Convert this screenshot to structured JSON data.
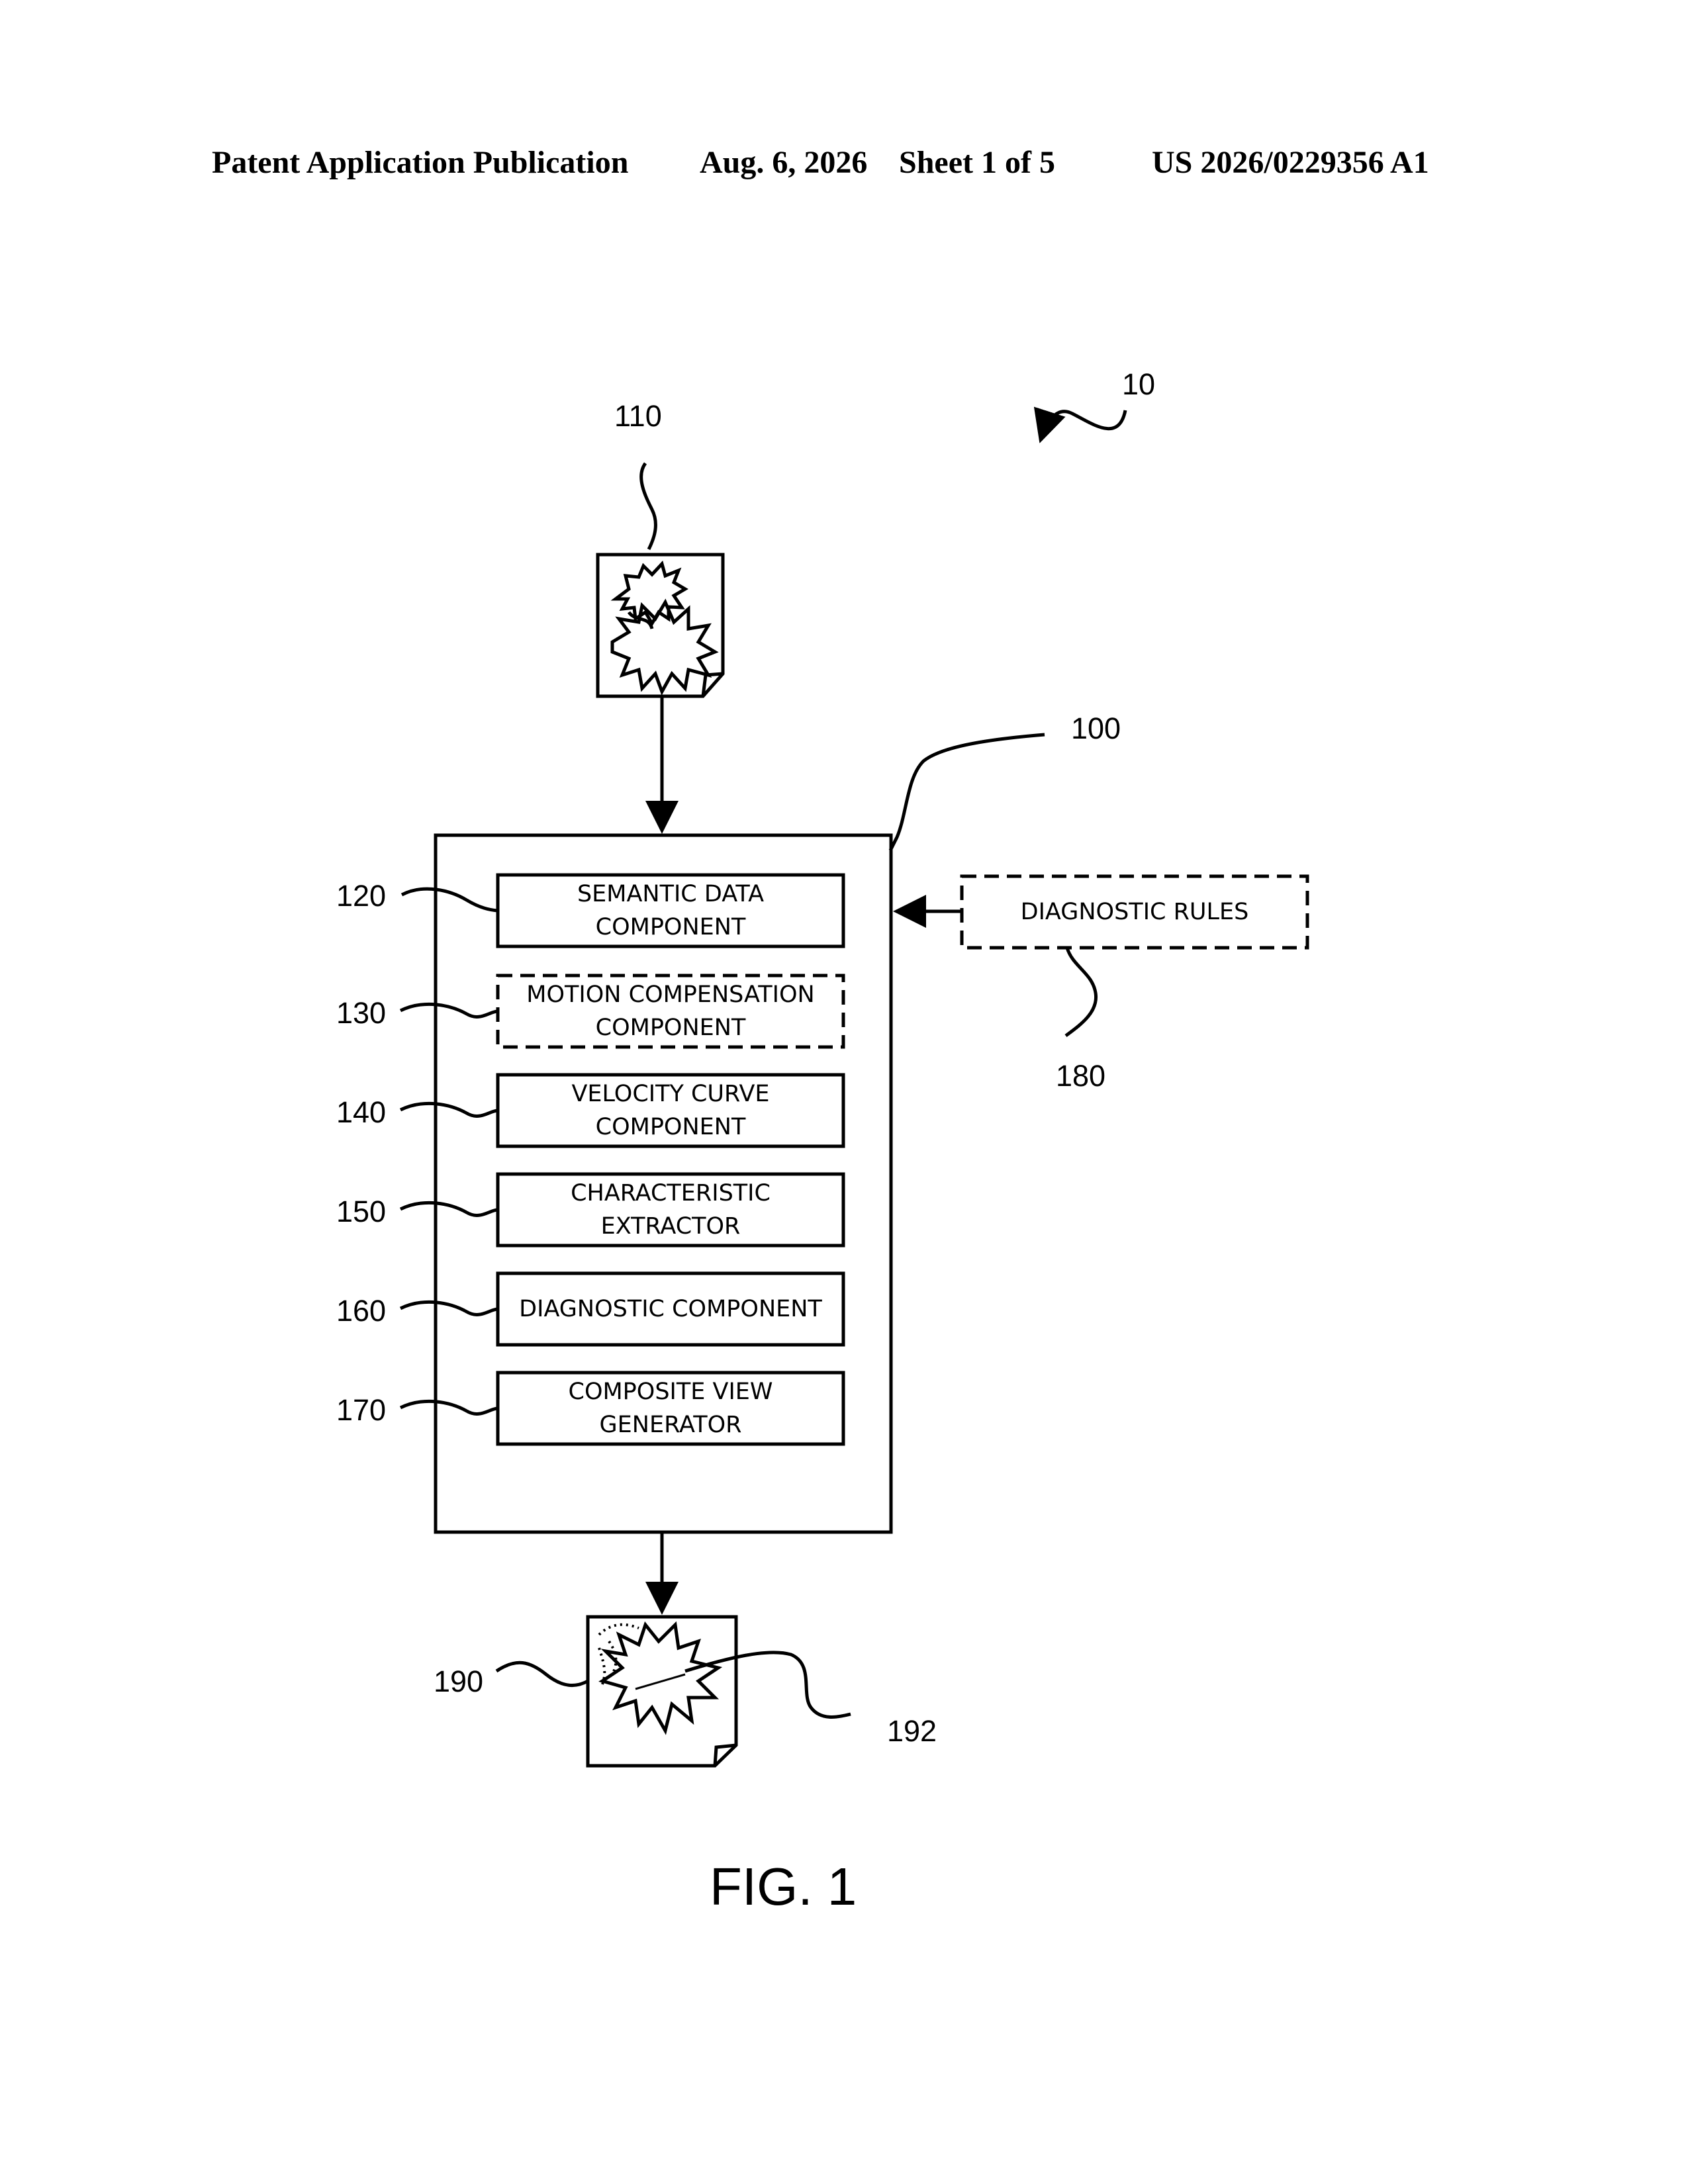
{
  "header": {
    "publication_type": "Patent Application Publication",
    "date": "Aug. 6, 2026",
    "sheet": "Sheet 1 of 5",
    "publication_number": "US 2026/0229356 A1"
  },
  "figure": {
    "caption": "FIG. 1",
    "system_ref": "10",
    "input_ref": "110",
    "processor_ref": "100",
    "rules_ref": "180",
    "output_ref": "190",
    "output_detail_ref": "192",
    "components": [
      {
        "ref": "120",
        "line1": "SEMANTIC DATA",
        "line2": "COMPONENT",
        "dashed": false
      },
      {
        "ref": "130",
        "line1": "MOTION COMPENSATION",
        "line2": "COMPONENT",
        "dashed": true
      },
      {
        "ref": "140",
        "line1": "VELOCITY CURVE",
        "line2": "COMPONENT",
        "dashed": false
      },
      {
        "ref": "150",
        "line1": "CHARACTERISTIC",
        "line2": "EXTRACTOR",
        "dashed": false
      },
      {
        "ref": "160",
        "line1": "DIAGNOSTIC COMPONENT",
        "line2": "",
        "dashed": false
      },
      {
        "ref": "170",
        "line1": "COMPOSITE VIEW",
        "line2": "GENERATOR",
        "dashed": false
      }
    ],
    "external_box": {
      "label": "DIAGNOSTIC RULES",
      "dashed": true
    }
  }
}
